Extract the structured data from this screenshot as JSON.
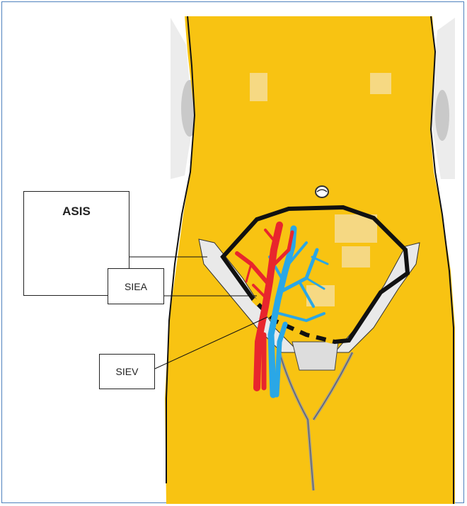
{
  "labels": {
    "asis": "ASIS",
    "siea": "SIEA",
    "siev": "SIEV"
  },
  "colors": {
    "frame_border": "#4f81bd",
    "body_fill": "#f8c312",
    "artery": "#e8262d",
    "vein": "#2aa7e6",
    "outline": "#111111"
  },
  "icons": [
    "abdomen-illustration",
    "umbilicus-icon",
    "flap-outline",
    "artery-icon",
    "vein-icon"
  ]
}
